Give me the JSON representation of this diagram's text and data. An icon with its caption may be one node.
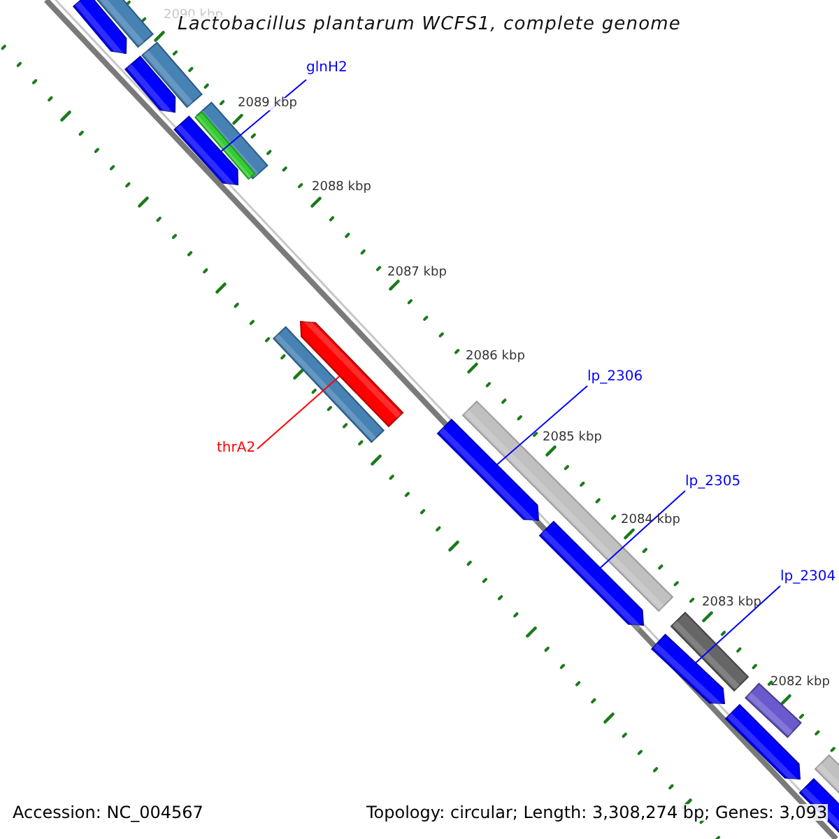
{
  "diagram": {
    "title": "Lactobacillus plantarum WCFS1, complete genome",
    "nodes": [
      {
        "text": [
          "glnH2"
        ]
      },
      {
        "text": [],
        "shape": "arrow"
      },
      {
        "text": [
          "thrA2"
        ]
      },
      {
        "text": [],
        "shape": "arrow"
      },
      {
        "text": [
          "lp_2306"
        ]
      },
      {
        "text": [],
        "shape": "arrow"
      },
      {
        "text": [
          "lp_2305"
        ]
      },
      {
        "text": [],
        "shape": "arrow"
      },
      {
        "text": [
          "lp_2304"
        ]
      },
      {
        "text": [],
        "shape": "arrow"
      },
      {
        "text": [],
        "shape": "arrow"
      },
      {
        "text": [],
        "shape": "arrow"
      },
      {
        "text": [],
        "shape": "arrow"
      },
      {
        "text": [],
        "shape": "arrow"
      }
    ],
    "edges": [
      {
        "from": 0,
        "to": 1,
        "arrow": "none"
      },
      {
        "from": 2,
        "to": 3,
        "arrow": "none",
        "color": "#ff0000"
      },
      {
        "from": 4,
        "to": 5,
        "arrow": "none"
      },
      {
        "from": 6,
        "to": 7,
        "arrow": "none"
      },
      {
        "from": 8,
        "to": 9,
        "arrow": "none"
      }
    ],
    "labels": [
      "2090 kbp",
      "2089 kbp",
      "2088 kbp",
      "2087 kbp",
      "2086 kbp",
      "2085 kbp",
      "2084 kbp",
      "2083 kbp",
      "2082 kbp",
      "Accession: NC_004567",
      "Topology: circular; Length: 3,308,274 bp; Genes: 3,093"
    ]
  }
}
